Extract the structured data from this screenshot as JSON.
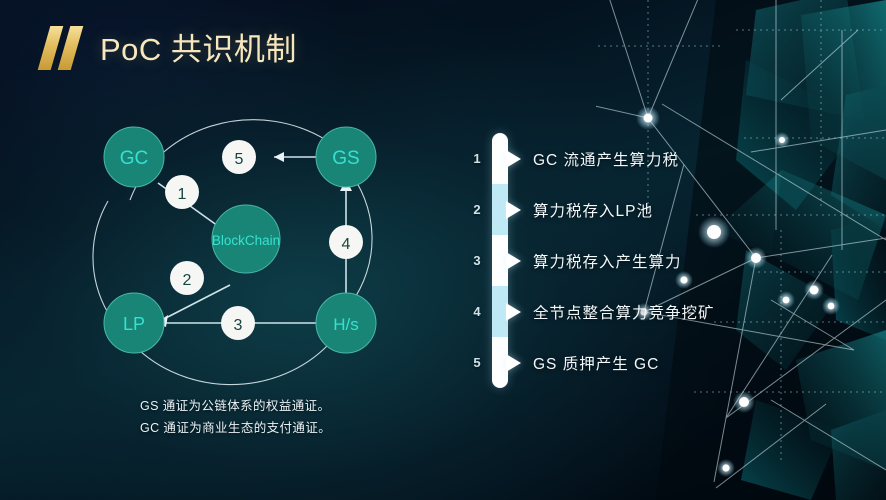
{
  "slide": {
    "title": "PoC 共识机制",
    "accent_gold": "#e3bd5d",
    "node_fill": "#188577",
    "node_text": "#35e2d0",
    "badge_fill": "#f6f7f4",
    "badge_text": "#16443f",
    "bar_white": "#ffffff",
    "bar_cyan": "#bfe9f4"
  },
  "diagram": {
    "nodes": [
      {
        "id": "gc",
        "label": "GC"
      },
      {
        "id": "gs",
        "label": "GS"
      },
      {
        "id": "blockchain",
        "label": "BlockChain"
      },
      {
        "id": "lp",
        "label": "LP"
      },
      {
        "id": "hs",
        "label": "H/s"
      }
    ],
    "edges": [
      {
        "badge": "1",
        "from": "GC",
        "to": "BlockChain"
      },
      {
        "badge": "2",
        "from": "BlockChain",
        "to": "LP"
      },
      {
        "badge": "3",
        "from": "LP",
        "to": "H/s"
      },
      {
        "badge": "4",
        "from": "H/s",
        "to": "GS"
      },
      {
        "badge": "5",
        "from": "GS",
        "to": "GC"
      }
    ]
  },
  "notes": [
    "GS 通证为公链体系的权益通证。",
    "GC 通证为商业生态的支付通证。"
  ],
  "steps": [
    {
      "num": "1",
      "text": "GC 流通产生算力税"
    },
    {
      "num": "2",
      "text": "算力税存入LP池"
    },
    {
      "num": "3",
      "text": "算力税存入产生算力"
    },
    {
      "num": "4",
      "text": "全节点整合算力竞争挖矿"
    },
    {
      "num": "5",
      "text": "GS 质押产生 GC"
    }
  ]
}
